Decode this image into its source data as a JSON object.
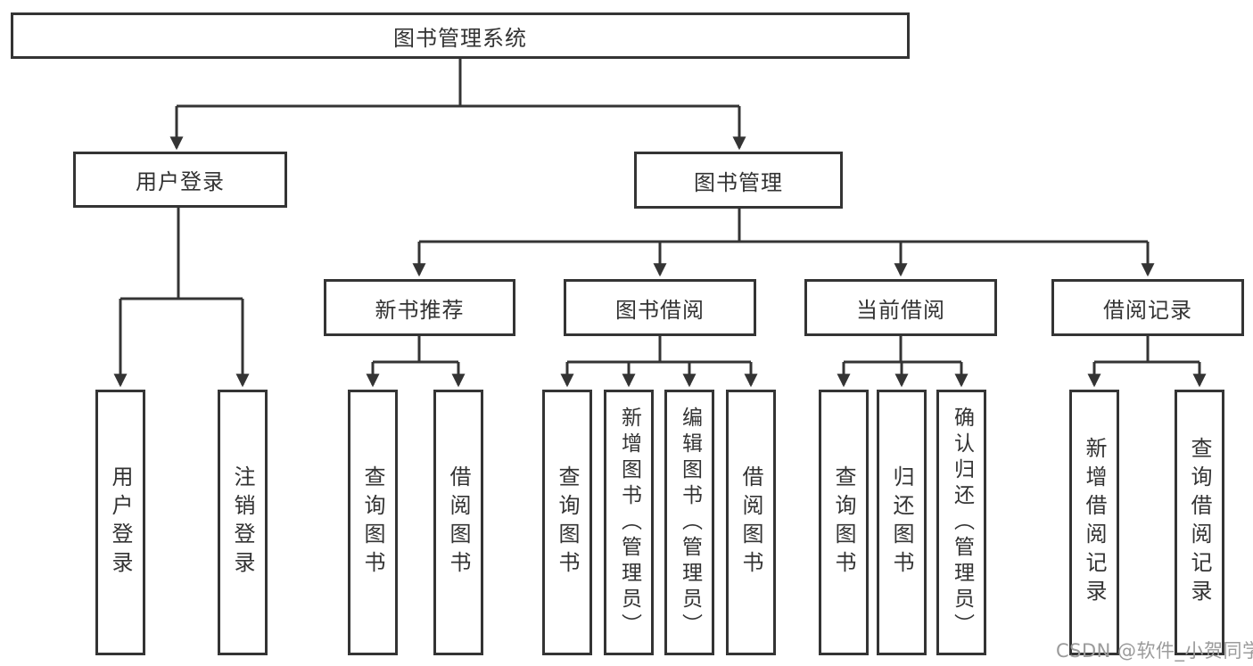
{
  "nodes": {
    "root": "图书管理系统",
    "user_login": "用户登录",
    "book_mgmt": "图书管理",
    "new_book_rec": "新书推荐",
    "book_borrow": "图书借阅",
    "current_borrow": "当前借阅",
    "borrow_record": "借阅记录",
    "leaves": [
      "用户登录",
      "注销登录",
      "查询图书",
      "借阅图书",
      "查询图书",
      "新增图书（管理员）",
      "编辑图书（管理员）",
      "借阅图书",
      "查询图书",
      "归还图书",
      "确认归还（管理员）",
      "新增借阅记录",
      "查询借阅记录"
    ]
  },
  "watermark": "CSDN @软件_小贺同学",
  "colors": {
    "line": "#343434",
    "text": "#333333",
    "watermark": "#9b9b9b",
    "background": "#ffffff"
  }
}
